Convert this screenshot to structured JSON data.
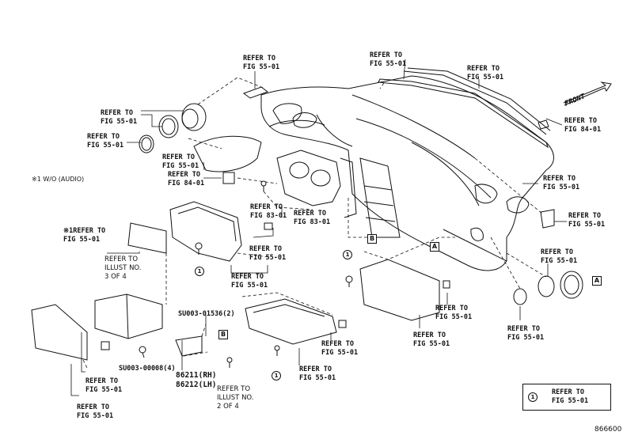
{
  "refer_fig_55": "REFER TO\nFIG 55-01",
  "refer_fig_84": "REFER TO\nFIG 84-01",
  "refer_fig_83": "REFER TO\nFIG 83-01",
  "note_audio_mark": "※1 W/O (AUDIO)",
  "note_audio_ref": "※1REFER TO\nFIG 55-01",
  "illust_3of4": "REFER TO\nILLUST NO.\n3 OF 4",
  "illust_2of4": "REFER TO\nILLUST NO.\n2 OF 4",
  "part_su01536": "SU003-01536(2)",
  "part_su00008": "SU003-00008(4)",
  "part_86211": "86211(RH)",
  "part_86212": "86212(LH)",
  "front_label": "FRONT",
  "callout_a": "A",
  "callout_b": "B",
  "circle_1": "1",
  "legend_text": "REFER TO\nFIG 55-01",
  "illustration_no": "866600"
}
